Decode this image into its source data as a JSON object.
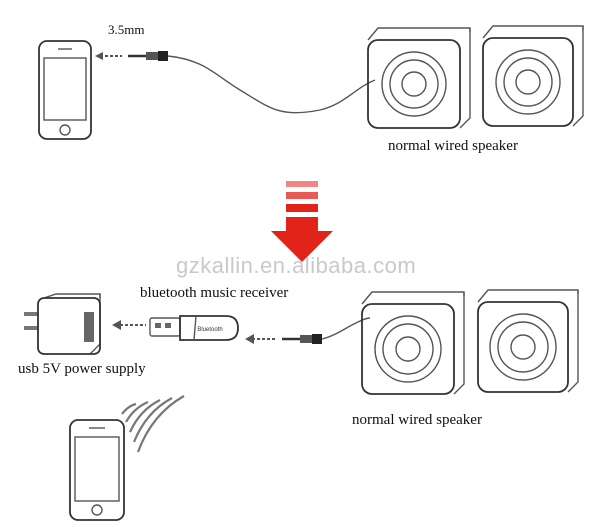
{
  "labels": {
    "jack_size": "3.5mm",
    "speaker_top": "normal wired speaker",
    "receiver": "bluetooth music receiver",
    "power_supply": "usb 5V power supply",
    "speaker_bottom": "normal wired speaker",
    "watermark": "gzkallin.en.alibaba.com",
    "dongle_brand": "Bluetooth"
  },
  "colors": {
    "arrow_red": "#e2231a",
    "line": "#555555",
    "watermark": "#c9c9c9"
  },
  "icons": [
    "phone-icon",
    "audio-jack-icon",
    "speaker-icon",
    "usb-adapter-icon",
    "bluetooth-dongle-icon",
    "wireless-signal-icon",
    "down-arrow-icon"
  ]
}
